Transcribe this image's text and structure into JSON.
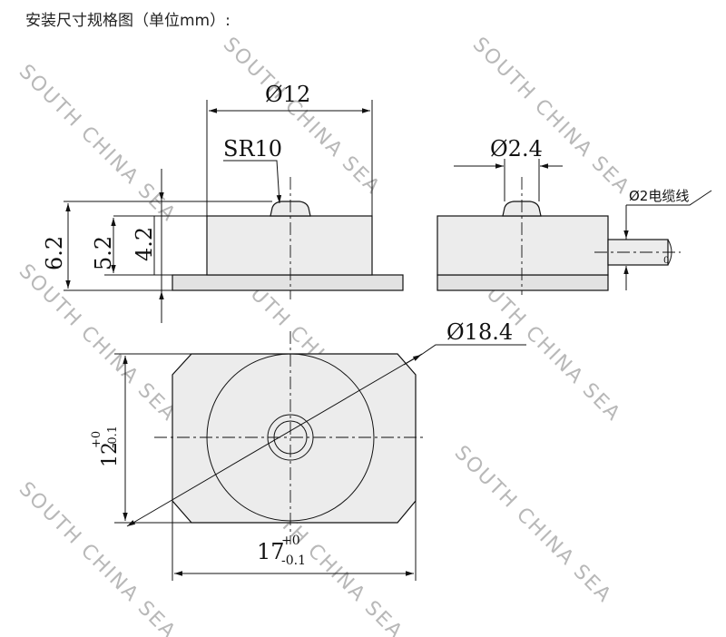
{
  "title": "安装尺寸规格图（单位mm）:",
  "watermark": "SOUTH CHINA SEA",
  "dimensions": {
    "top_diameter": "Ø12",
    "sphere_radius": "SR10",
    "total_height": "6.2",
    "body_height": "5.2",
    "step_height": "4.2",
    "pin_diameter": "Ø2.4",
    "cable": "Ø2电缆线",
    "face_diameter": "Ø18.4",
    "width_value": "12",
    "width_tol_upper": "+0",
    "width_tol_lower": "-0.1",
    "length_value": "17",
    "length_tol_upper": "+0",
    "length_tol_lower": "-0.1"
  }
}
